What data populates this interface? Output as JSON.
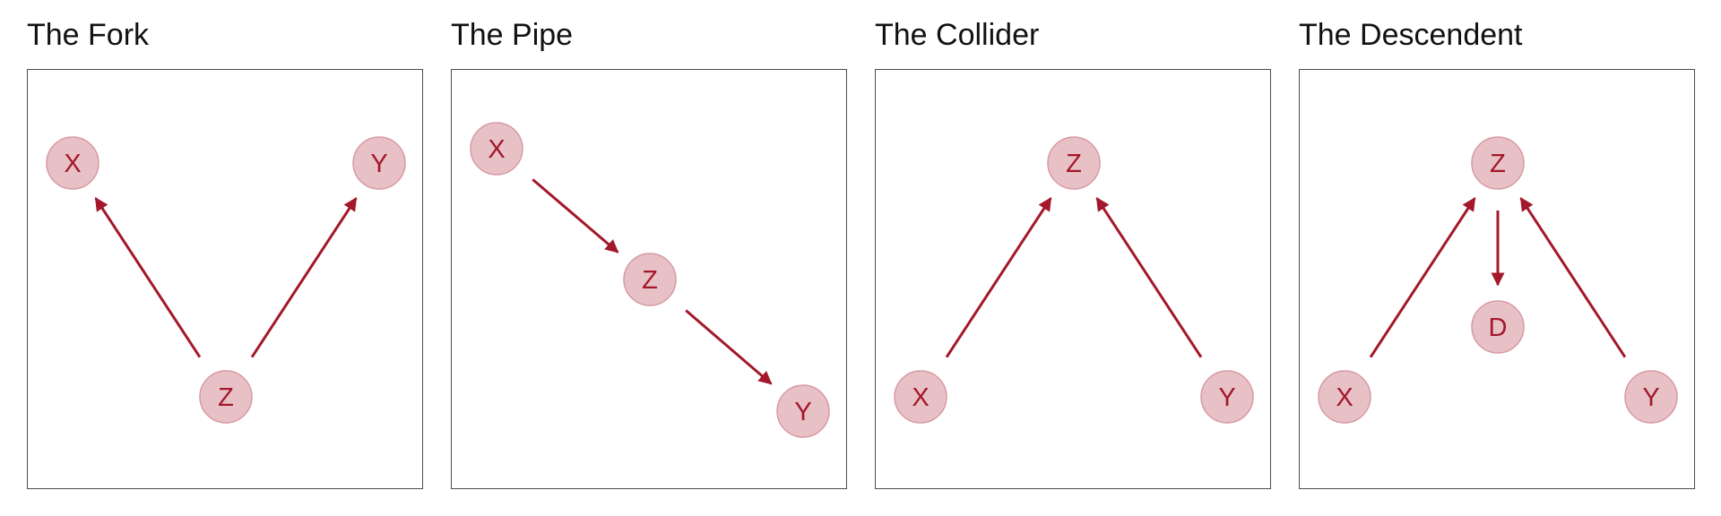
{
  "colors": {
    "node_fill": "#e8c1c6",
    "node_stroke": "#d79aa3",
    "node_text": "#a3182a",
    "edge": "#a3182a",
    "frame": "#4d4d4d"
  },
  "panels": [
    {
      "title": "The Fork",
      "nodes": [
        {
          "id": "X",
          "label": "X"
        },
        {
          "id": "Y",
          "label": "Y"
        },
        {
          "id": "Z",
          "label": "Z"
        }
      ],
      "edges": [
        {
          "from": "Z",
          "to": "X"
        },
        {
          "from": "Z",
          "to": "Y"
        }
      ]
    },
    {
      "title": "The Pipe",
      "nodes": [
        {
          "id": "X",
          "label": "X"
        },
        {
          "id": "Z",
          "label": "Z"
        },
        {
          "id": "Y",
          "label": "Y"
        }
      ],
      "edges": [
        {
          "from": "X",
          "to": "Z"
        },
        {
          "from": "Z",
          "to": "Y"
        }
      ]
    },
    {
      "title": "The Collider",
      "nodes": [
        {
          "id": "Z",
          "label": "Z"
        },
        {
          "id": "X",
          "label": "X"
        },
        {
          "id": "Y",
          "label": "Y"
        }
      ],
      "edges": [
        {
          "from": "X",
          "to": "Z"
        },
        {
          "from": "Y",
          "to": "Z"
        }
      ]
    },
    {
      "title": "The Descendent",
      "nodes": [
        {
          "id": "Z",
          "label": "Z"
        },
        {
          "id": "D",
          "label": "D"
        },
        {
          "id": "X",
          "label": "X"
        },
        {
          "id": "Y",
          "label": "Y"
        }
      ],
      "edges": [
        {
          "from": "X",
          "to": "Z"
        },
        {
          "from": "Y",
          "to": "Z"
        },
        {
          "from": "Z",
          "to": "D"
        }
      ]
    }
  ]
}
